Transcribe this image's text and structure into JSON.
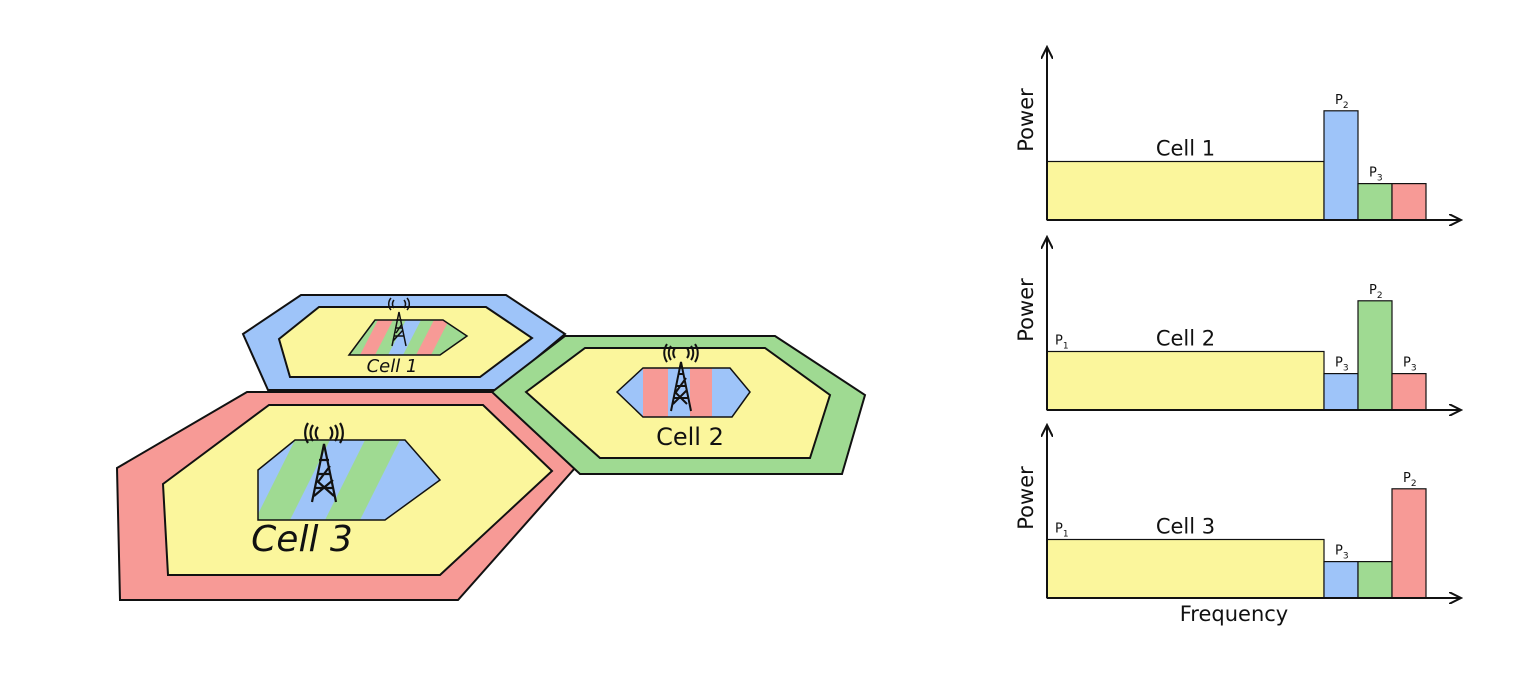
{
  "colors": {
    "yellow": "#fbf69c",
    "blue": "#9ec4f9",
    "green": "#9fda92",
    "red": "#f79a96",
    "outline": "#111111"
  },
  "map": {
    "cells": [
      {
        "label": "Cell 1",
        "ring_color": "blue"
      },
      {
        "label": "Cell 2",
        "ring_color": "green"
      },
      {
        "label": "Cell 3",
        "ring_color": "red"
      }
    ]
  },
  "plots": [
    {
      "cell_label": "Cell 1",
      "y_label": "Power",
      "blocks": [
        {
          "color": "yellow",
          "level": 0.45,
          "label": ""
        },
        {
          "color": "blue",
          "level": 0.84,
          "label": "P2"
        },
        {
          "color": "green",
          "level": 0.28,
          "label": "P3"
        },
        {
          "color": "red",
          "level": 0.28,
          "label": ""
        }
      ]
    },
    {
      "cell_label": "Cell 2",
      "y_label": "Power",
      "blocks": [
        {
          "color": "yellow",
          "level": 0.45,
          "label": "P1"
        },
        {
          "color": "blue",
          "level": 0.28,
          "label": "P3"
        },
        {
          "color": "green",
          "level": 0.84,
          "label": "P2"
        },
        {
          "color": "red",
          "level": 0.28,
          "label": "P3"
        }
      ]
    },
    {
      "cell_label": "Cell 3",
      "y_label": "Power",
      "blocks": [
        {
          "color": "yellow",
          "level": 0.45,
          "label": "P1"
        },
        {
          "color": "blue",
          "level": 0.28,
          "label": "P3"
        },
        {
          "color": "green",
          "level": 0.28,
          "label": ""
        },
        {
          "color": "red",
          "level": 0.84,
          "label": "P2"
        }
      ]
    }
  ],
  "x_label": "Frequency"
}
